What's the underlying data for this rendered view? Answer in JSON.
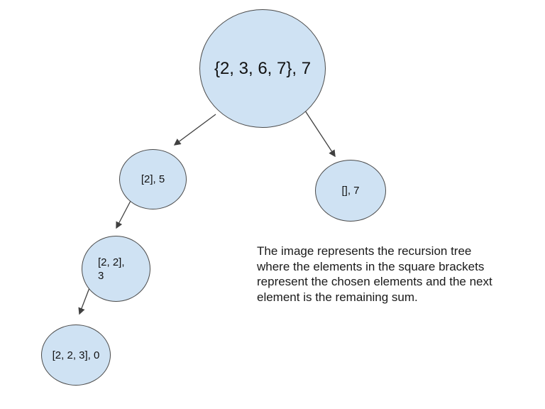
{
  "diagram": {
    "title_semantic": "recursion-tree",
    "colors": {
      "node_fill": "#cfe2f3",
      "node_border": "#4a4a4a",
      "arrow": "#404040",
      "background": "#ffffff",
      "text": "#111111"
    },
    "nodes": {
      "root": {
        "label": "{2, 3, 6, 7}, 7"
      },
      "left_child": {
        "label": "[2], 5"
      },
      "right_child": {
        "label": "[], 7"
      },
      "left_grandchild": {
        "line1": "[2, 2],",
        "line2": "3"
      },
      "left_greatgrandchild": {
        "label": "[2, 2, 3], 0"
      }
    },
    "edges": [
      {
        "from": "root",
        "to": "left_child"
      },
      {
        "from": "root",
        "to": "right_child"
      },
      {
        "from": "left_child",
        "to": "left_grandchild"
      },
      {
        "from": "left_grandchild",
        "to": "left_greatgrandchild"
      }
    ]
  },
  "caption": {
    "lines": [
      "The image represents the recursion tree",
      "where the elements in the square brackets",
      "represent the chosen elements and the next",
      "element is the remaining sum."
    ]
  }
}
